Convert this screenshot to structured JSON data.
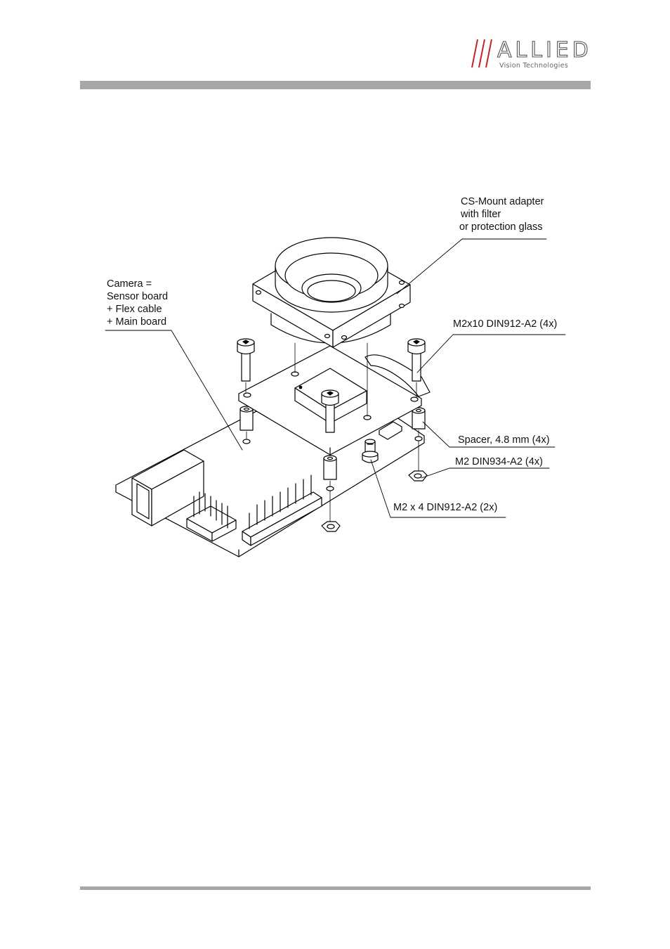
{
  "logo": {
    "word": "ALLIED",
    "subtitle": "Vision Technologies",
    "accent_color": "#c0272d"
  },
  "callouts": {
    "cs_mount": [
      "CS-Mount adapter",
      "with filter",
      "or protection glass"
    ],
    "camera": [
      "Camera =",
      "Sensor board",
      "+ Flex cable",
      "+ Main board"
    ],
    "screw_m2x10": "M2x10 DIN912-A2  (4x)",
    "spacer": "Spacer, 4.8 mm (4x)",
    "nut": "M2 DIN934-A2 (4x)",
    "screw_m2x4": "M2 x 4 DIN912-A2 (2x)"
  },
  "colors": {
    "rule": "#a7a7a7",
    "line": "#000000"
  }
}
